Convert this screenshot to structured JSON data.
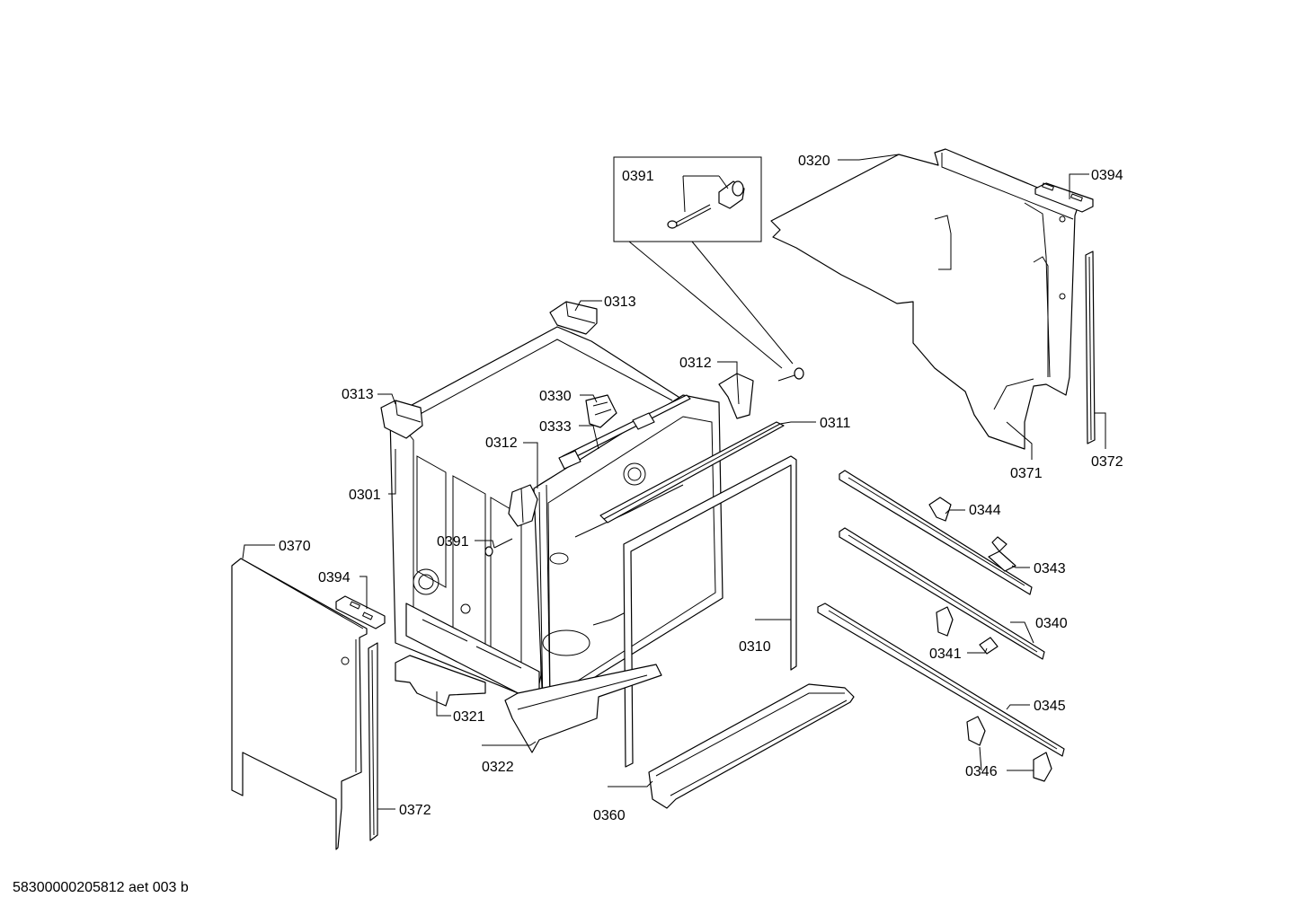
{
  "document_id": "58300000205812 aet 003 b",
  "part_labels": {
    "p0391_inset": "0391",
    "p0320": "0320",
    "p0394_top": "0394",
    "p0313_top": "0313",
    "p0312_right": "0312",
    "p0313_left": "0313",
    "p0330": "0330",
    "p0311": "0311",
    "p0333": "0333",
    "p0312_mid": "0312",
    "p0301": "0301",
    "p0371": "0371",
    "p0372_right": "0372",
    "p0344": "0344",
    "p0391_mid": "0391",
    "p0370": "0370",
    "p0343": "0343",
    "p0394_left": "0394",
    "p0340": "0340",
    "p0310": "0310",
    "p0341": "0341",
    "p0345": "0345",
    "p0321": "0321",
    "p0322": "0322",
    "p0346": "0346",
    "p0372_left": "0372",
    "p0360": "0360"
  }
}
